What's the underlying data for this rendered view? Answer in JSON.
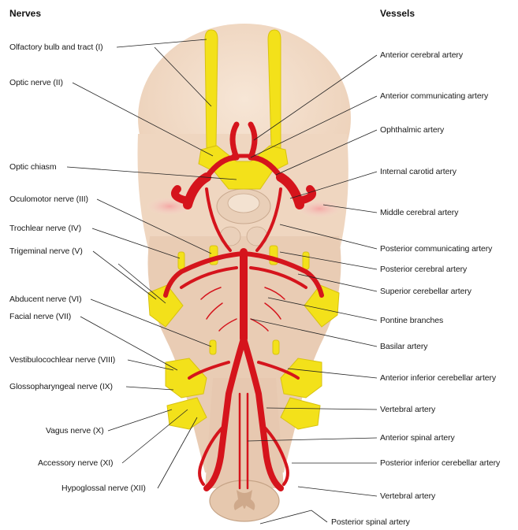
{
  "headers": {
    "nerves": "Nerves",
    "vessels": "Vessels"
  },
  "nerves": [
    "Olfactory bulb and tract (I)",
    "Optic nerve (II)",
    "Optic chiasm",
    "Oculomotor nerve (III)",
    "Trochlear nerve (IV)",
    "Trigeminal nerve (V)",
    "Abducent nerve (VI)",
    "Facial nerve (VII)",
    "Vestibulocochlear nerve (VIII)",
    "Glossopharyngeal nerve (IX)",
    "Vagus nerve (X)",
    "Accessory nerve (XI)",
    "Hypoglossal nerve (XII)"
  ],
  "vessels": [
    "Anterior cerebral artery",
    "Anterior communicating artery",
    "Ophthalmic artery",
    "Internal carotid artery",
    "Middle cerebral artery",
    "Posterior communicating artery",
    "Posterior cerebral artery",
    "Superior cerebellar artery",
    "Pontine branches",
    "Basilar artery",
    "Anterior inferior cerebellar artery",
    "Vertebral artery",
    "Anterior spinal artery",
    "Posterior inferior cerebellar artery",
    "Vertebral artery",
    "Posterior spinal artery"
  ],
  "colors": {
    "nerve": "#f3e11a",
    "artery": "#d5141c",
    "brain": "#f1dcc7",
    "leader": "#222222"
  }
}
